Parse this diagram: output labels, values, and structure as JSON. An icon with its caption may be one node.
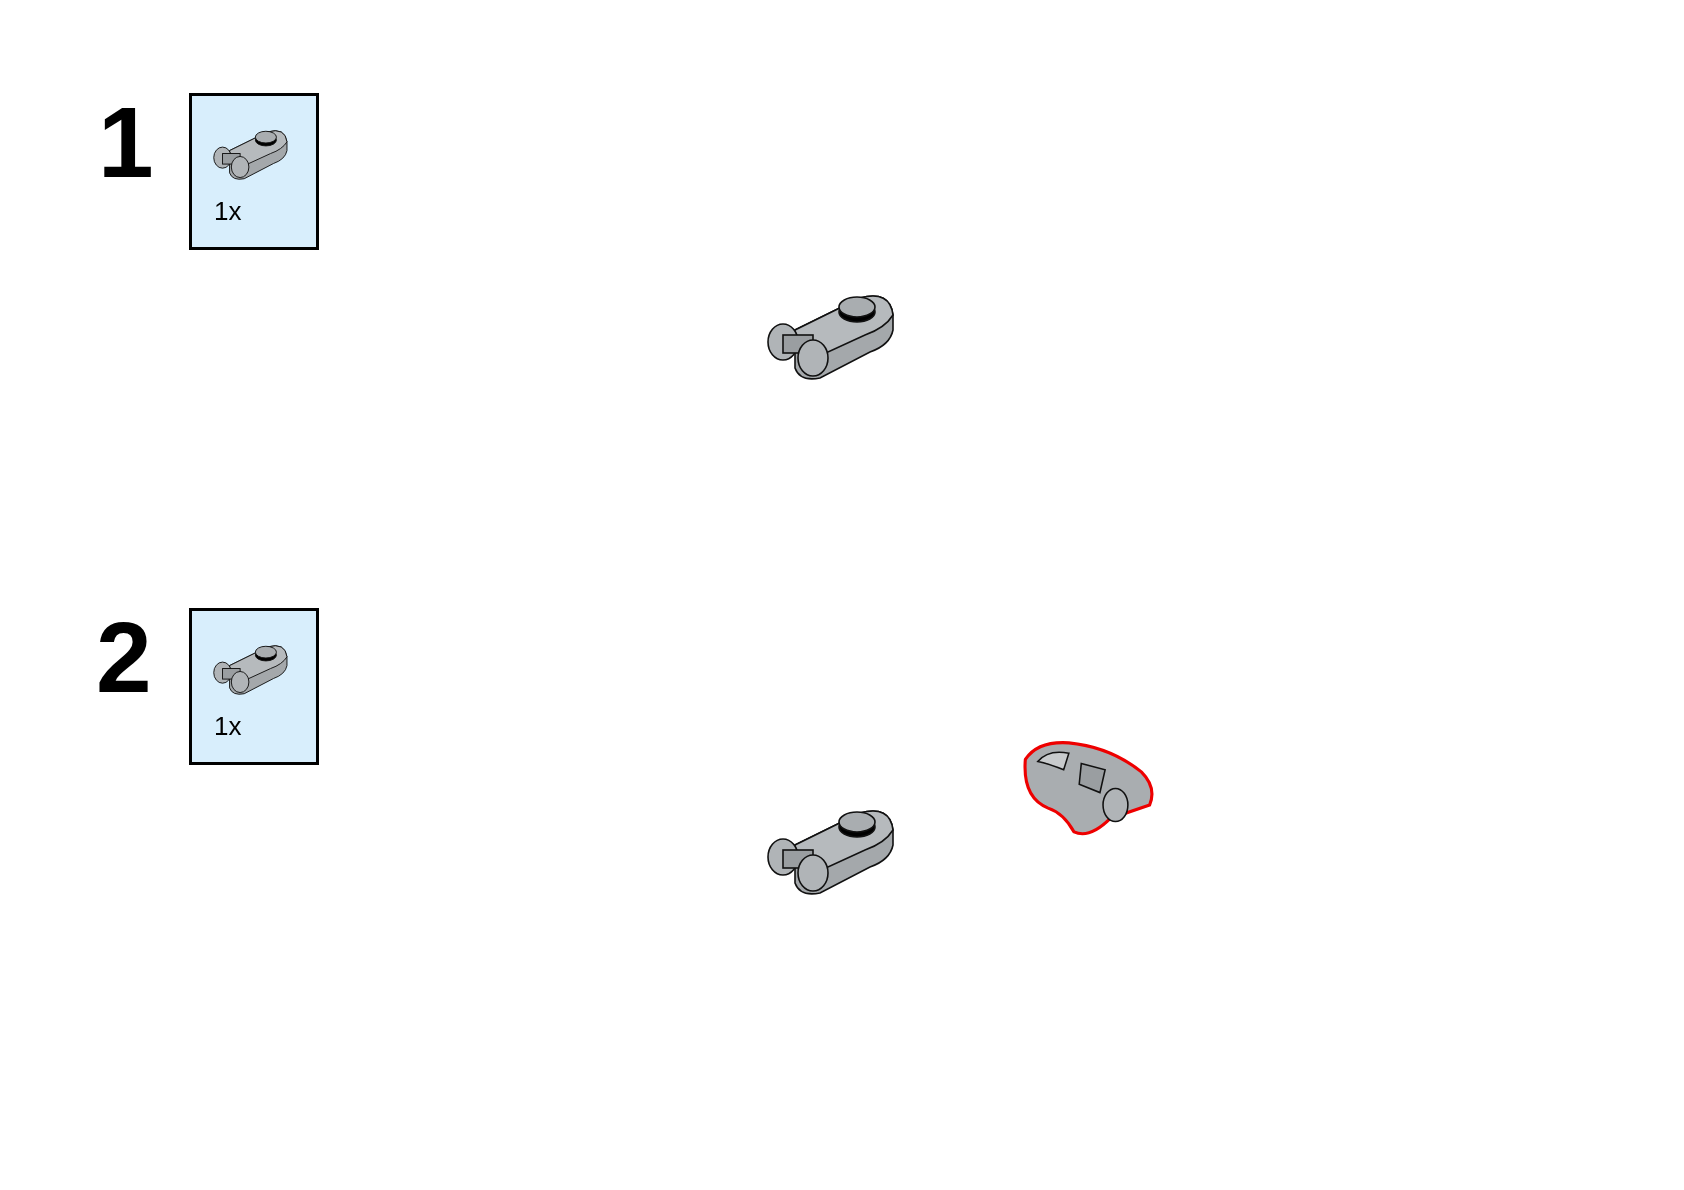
{
  "diagram": {
    "nodes": [
      {
        "text": [
          "1x"
        ]
      },
      {
        "text": [
          "1x"
        ]
      }
    ],
    "labels": [
      "1",
      "2"
    ]
  }
}
